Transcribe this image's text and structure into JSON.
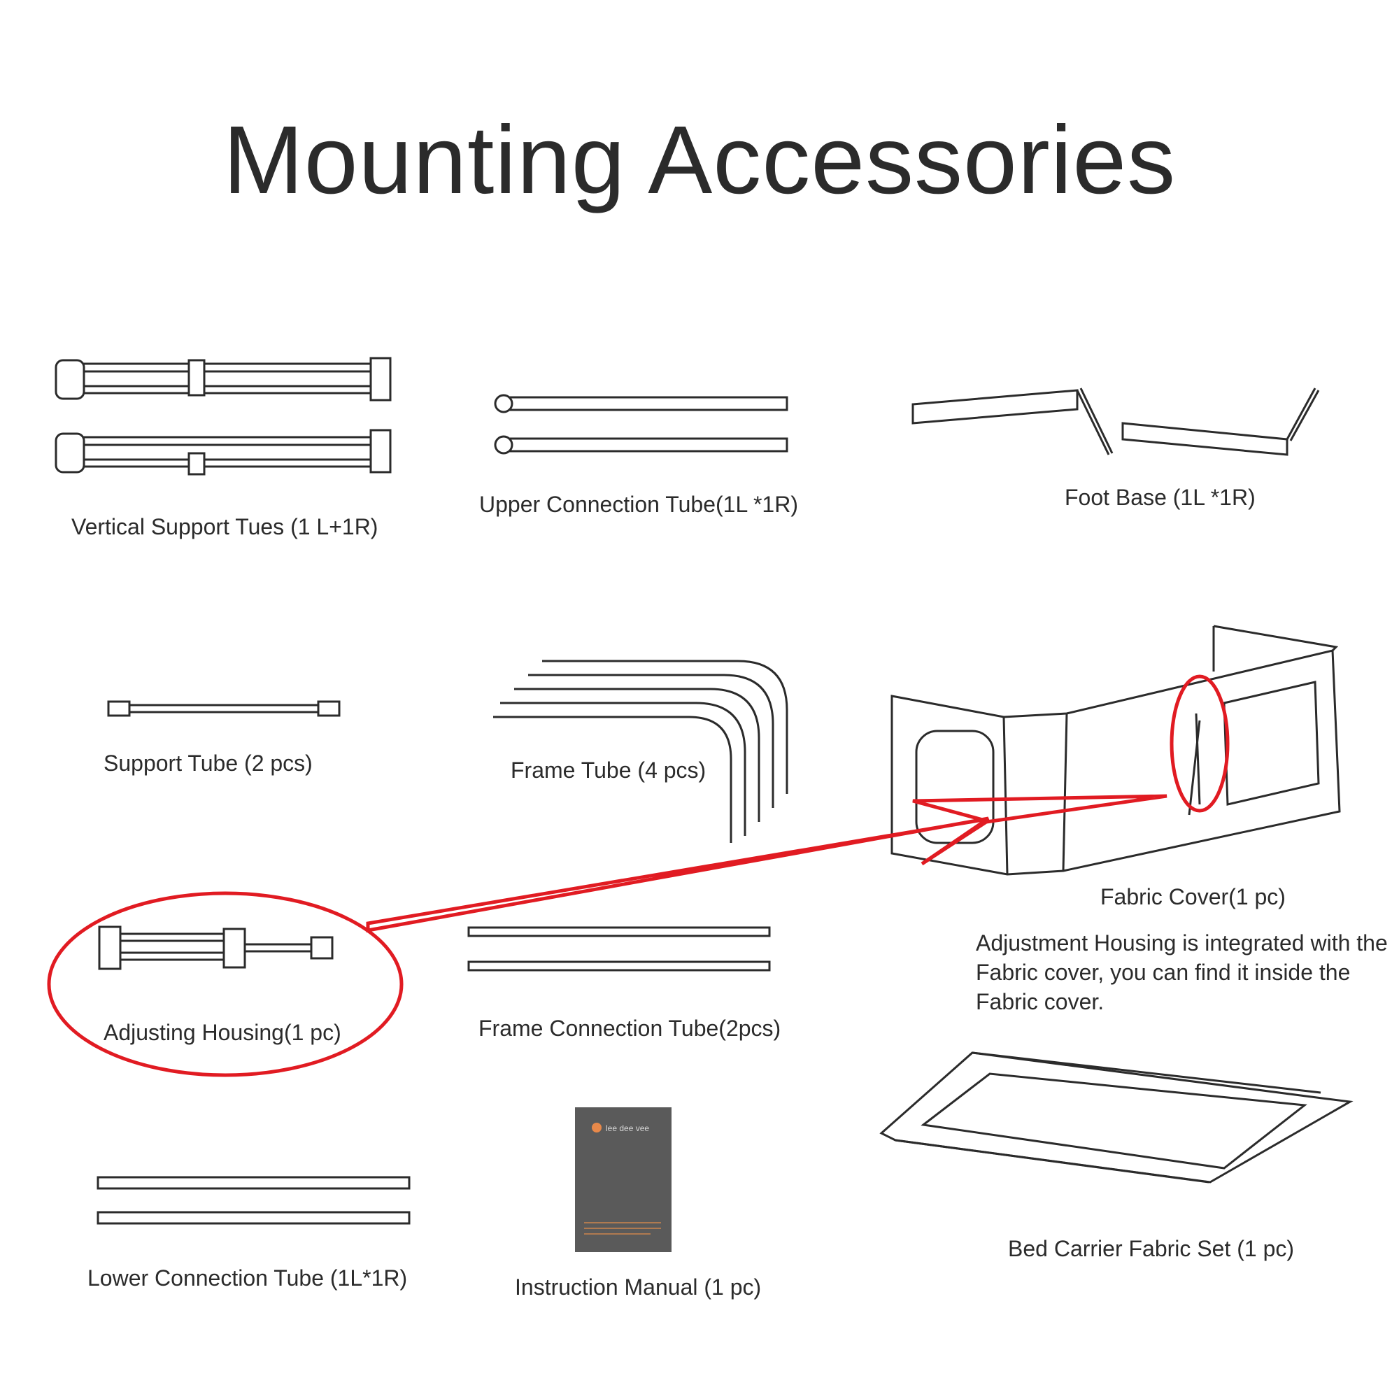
{
  "title": "Mounting Accessories",
  "parts": {
    "vertical_support": "Vertical Support Tues (1 L+1R)",
    "upper_connection": "Upper Connection Tube(1L *1R)",
    "foot_base": "Foot Base (1L *1R)",
    "support_tube": "Support Tube (2 pcs)",
    "frame_tube": "Frame Tube (4 pcs)",
    "fabric_cover": "Fabric Cover(1 pc)",
    "adjusting_housing": "Adjusting Housing(1 pc)",
    "frame_connection": "Frame Connection Tube(2pcs)",
    "lower_connection": "Lower Connection Tube (1L*1R)",
    "instruction_manual": "Instruction Manual (1 pc)",
    "bed_carrier": "Bed Carrier Fabric Set (1 pc)"
  },
  "note": "Adjustment Housing is integrated with the Fabric cover, you can find it inside the Fabric cover.",
  "manual_brand": "lee dee vee",
  "colors": {
    "highlight": "#e11b22",
    "line": "#2b2b2b",
    "manual": "#5a5a5a"
  }
}
